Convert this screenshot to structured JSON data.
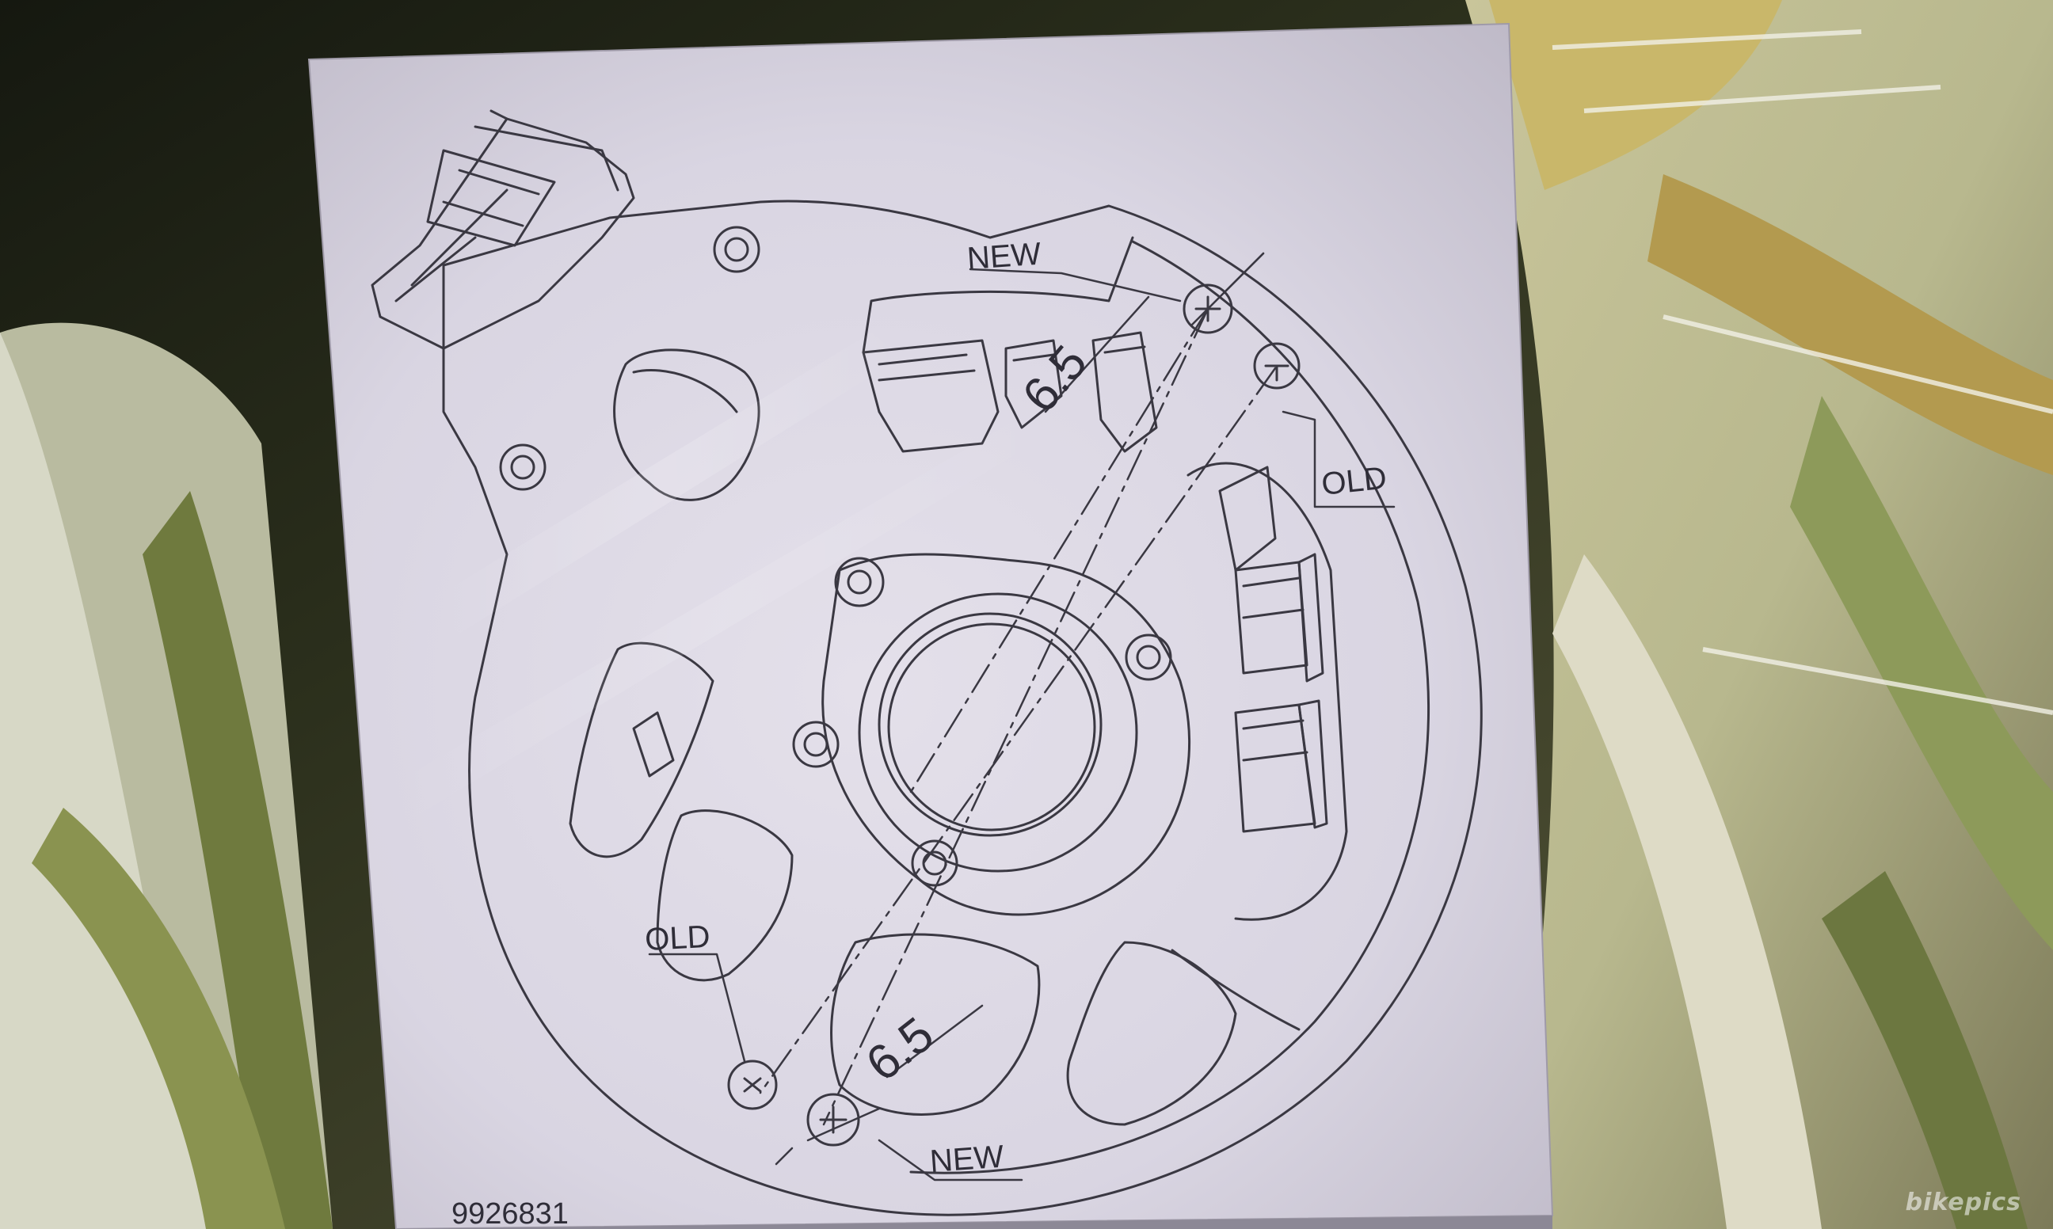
{
  "drawing": {
    "part_number": "9926831",
    "labels": {
      "new_top": "NEW",
      "old_right": "OLD",
      "dim_top": "6.5",
      "old_bottom": "OLD",
      "dim_bottom": "6.5",
      "new_bottom": "NEW"
    }
  },
  "watermark": "bikepics"
}
